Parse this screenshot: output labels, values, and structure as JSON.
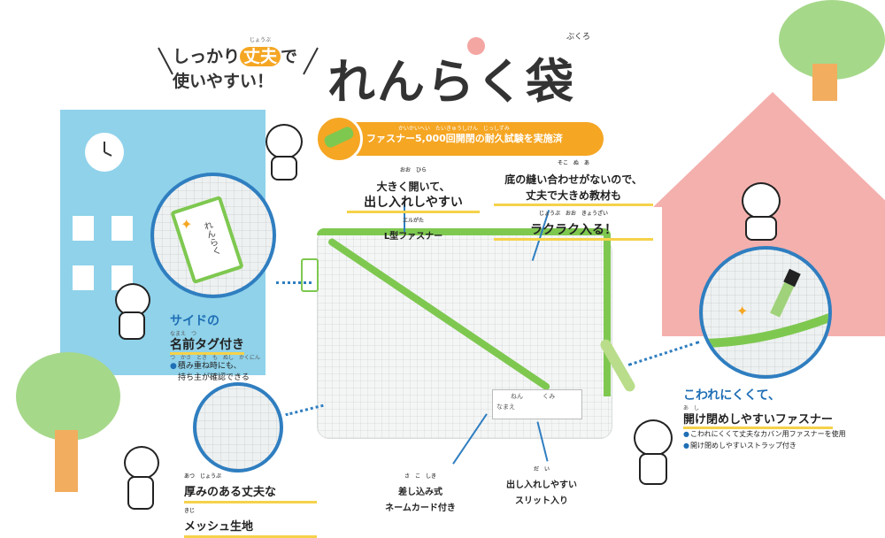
{
  "header": {
    "slogan_line1_a": "しっかり",
    "slogan_strong": "丈夫",
    "slogan_line1_b": "で",
    "slogan_line2": "使いやすい！",
    "slogan_ruby": "じょうぶ",
    "title": "れんらく袋",
    "title_ruby": "ぶくろ"
  },
  "banner": {
    "text": "ファスナー5,000回開閉の耐久試験を実施済",
    "ruby": "かいかいへい　たいきゅうしけん　じっしずみ"
  },
  "callouts": {
    "lzip": {
      "ruby1": "おお　ひら",
      "line1": "大きく開いて、",
      "line2": "出し入れしやすい",
      "ruby3": "エルがた",
      "line3": "L型ファスナー"
    },
    "bottom": {
      "ruby1": "そこ　ぬ　あ",
      "line1": "底の縫い合わせがないので、",
      "line2": "丈夫で大きめ教材も",
      "ruby2": "じょうぶ　おお　きょうざい",
      "line3": "ラクラク入る！"
    },
    "side": {
      "line1": "サイドの",
      "line2": "名前タグ付き",
      "ruby2": "なまえ　つ",
      "bullet1": "積み重ね時にも、",
      "bullet1b": "持ち主が確認できる",
      "ruby_b": "つ　かさ　とき　も　ぬし　かくにん"
    },
    "mesh": {
      "line1": "厚みのある丈夫な",
      "ruby1": "あつ　じょうぶ",
      "line2": "メッシュ生地",
      "ruby2": "きじ"
    },
    "namecard": {
      "line1": "差し込み式",
      "ruby1": "さ　こ　しき",
      "line2": "ネームカード付き"
    },
    "slit": {
      "line1": "出し入れしやすい",
      "ruby1": "だ　い",
      "line2": "スリット入り"
    },
    "zipper": {
      "line1": "こわれにくくて、",
      "line2": "開け閉めしやすいファスナー",
      "ruby2": "あ　し",
      "bullet1": "こわれにくくて丈夫なカバン用ファスナーを使用",
      "bullet2": "開け閉めしやすいストラップ付き"
    }
  },
  "namecard_fields": {
    "f1": "ねん",
    "f2": "くみ",
    "f3": "なまえ"
  },
  "tag_text": "れんらく",
  "colors": {
    "accent": "#f5a623",
    "zip_green": "#7ec850",
    "blue": "#2f7ec0",
    "school": "#8fd2ea",
    "house": "#f4b0ad",
    "tree": "#a6d88a"
  }
}
